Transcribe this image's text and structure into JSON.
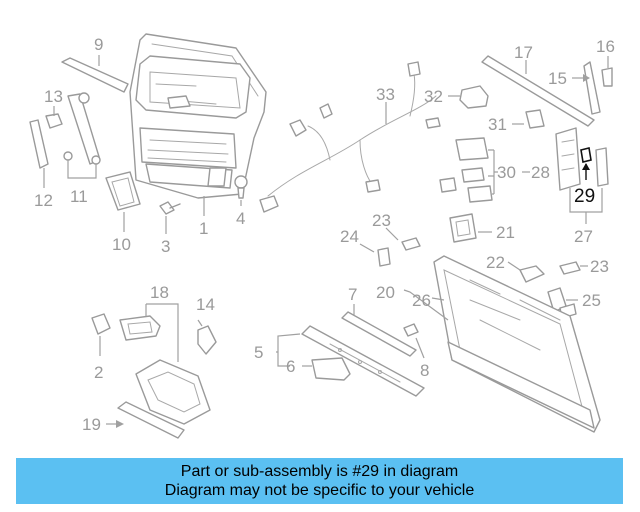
{
  "callouts": {
    "c1": "1",
    "c2": "2",
    "c3": "3",
    "c4": "4",
    "c5": "5",
    "c6": "6",
    "c7": "7",
    "c8": "8",
    "c9": "9",
    "c10": "10",
    "c11": "11",
    "c12": "12",
    "c13": "13",
    "c14": "14",
    "c15": "15",
    "c16": "16",
    "c17": "17",
    "c18": "18",
    "c19": "19",
    "c20": "20",
    "c21": "21",
    "c22": "22",
    "c23a": "23",
    "c23b": "23",
    "c24": "24",
    "c25": "25",
    "c26": "26",
    "c27": "27",
    "c28": "28",
    "c29": "29",
    "c30": "30",
    "c31": "31",
    "c32": "32",
    "c33": "33"
  },
  "highlight": {
    "part_number": "29",
    "color": "#111111"
  },
  "banner": {
    "line1": "Part or sub-assembly is #29 in diagram",
    "line2": "Diagram may not be specific to your vehicle",
    "background": "#5bc0f2"
  }
}
